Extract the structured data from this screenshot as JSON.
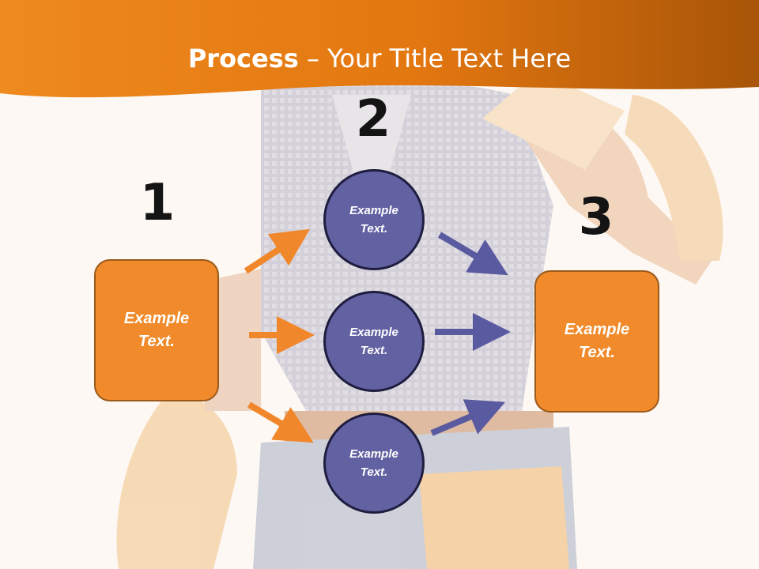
{
  "slide": {
    "title_bold": "Process",
    "title_rest": " – Your Title Text Here"
  },
  "steps": {
    "step1_number": "1",
    "step2_number": "2",
    "step3_number": "3"
  },
  "nodes": {
    "left_box": "Example\nText.",
    "circle_top": "Example\nText.",
    "circle_middle": "Example\nText.",
    "circle_bottom": "Example\nText.",
    "right_box": "Example\nText."
  },
  "colors": {
    "header_orange": "#e67e15",
    "box_orange": "#f08a2a",
    "circle_purple": "#6261a2",
    "arrow_orange": "#f0872a",
    "arrow_purple": "#5a5aa0"
  }
}
